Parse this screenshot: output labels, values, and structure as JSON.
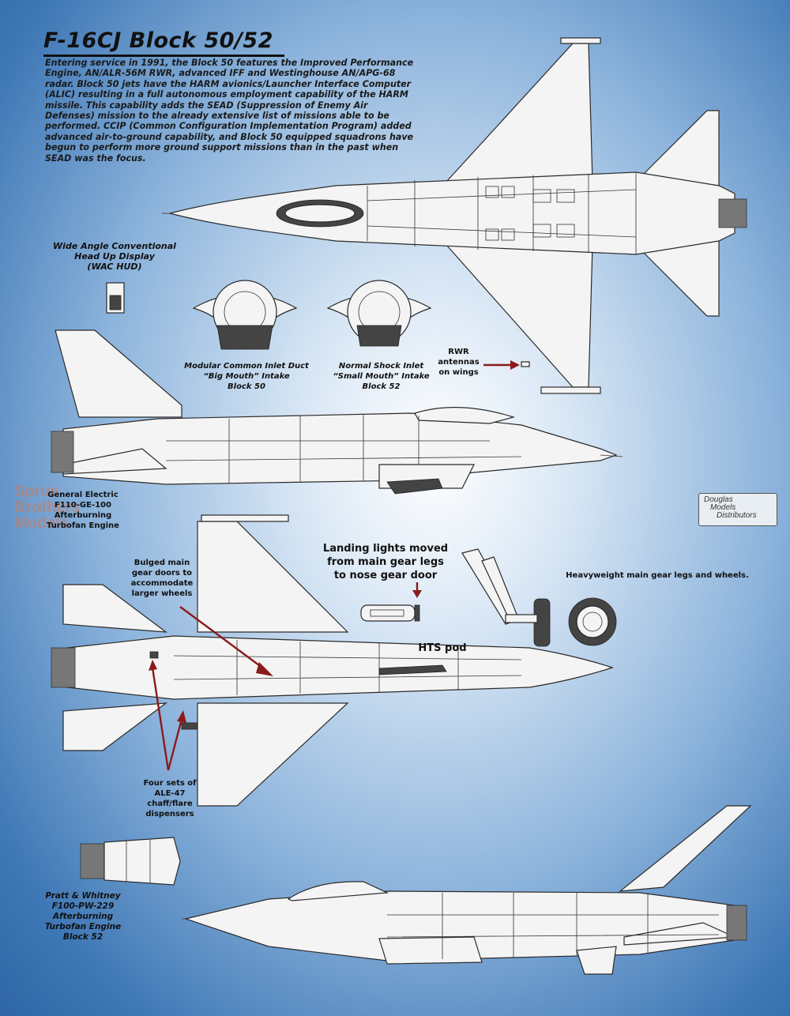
{
  "title": "F-16CJ Block 50/52",
  "intro": "Entering service in 1991, the Block 50 features the Improved Performance Engine, AN/ALR-56M RWR, advanced IFF and Westinghouse AN/APG-68 radar. Block 50 jets have the HARM avionics/Launcher Interface Computer (ALIC) resulting in a full autonomous employment capability of the HARM missile. This capability adds the SEAD (Suppression of Enemy Air Defenses) mission to the already extensive list of missions able to be performed. CCIP (Common Configuration Implementation Program) added advanced air-to-ground capability, and Block 50 equipped squadrons have begun to perform more ground support missions than in the past when SEAD was the focus.",
  "labels": {
    "wac_hud": [
      "Wide Angle Conventional",
      "Head Up Display",
      "(WAC HUD)"
    ],
    "mcid": [
      "Modular Common Inlet Duct",
      "“Big Mouth” Intake",
      "Block 50"
    ],
    "nsi": [
      "Normal Shock Inlet",
      "“Small Mouth” Intake",
      "Block 52"
    ],
    "rwr": [
      "RWR",
      "antennas",
      "on wings"
    ],
    "ge_engine": [
      "General Electric",
      "F110-GE-100",
      "Afterburning",
      "Turbofan Engine"
    ],
    "landing_lights": [
      "Landing lights moved",
      "from main gear legs",
      "to nose gear door"
    ],
    "heavyweight": "Heavyweight main gear legs and wheels.",
    "bulged_doors": [
      "Bulged main",
      "gear doors to",
      "accommodate",
      "larger wheels"
    ],
    "hts_pod": "HTS pod",
    "ale47": [
      "Four sets of",
      "ALE-47",
      "chaff/flare",
      "dispensers"
    ],
    "pw_engine": [
      "Pratt & Whitney",
      "F100-PW-229",
      "Afterburning",
      "Turbofan Engine",
      "Block 52"
    ]
  },
  "logo": [
    "Douglas",
    "Models",
    "Distributors"
  ],
  "watermark": [
    "Sprue",
    "Brothers",
    "Models"
  ],
  "colors": {
    "arrow": "#8b1a1a",
    "background_edge": "#2f66a6",
    "background_center": "#ffffff"
  }
}
